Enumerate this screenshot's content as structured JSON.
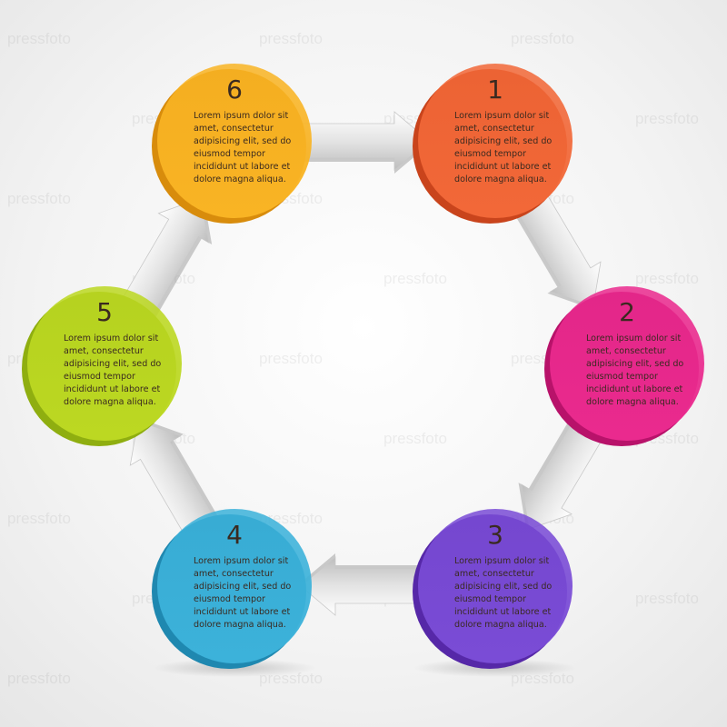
{
  "watermark": "pressfoto",
  "steps": [
    {
      "number": "1",
      "color": "#f26838",
      "dark": "#c9441c",
      "lines": [
        "Lorem ipsum dolor sit",
        "amet, consectetur",
        "adipisicing elit, sed do",
        "eiusmod tempor",
        "incididunt ut labore et",
        "dolore magna aliqua."
      ]
    },
    {
      "number": "2",
      "color": "#ea2a8e",
      "dark": "#b8126a",
      "lines": [
        "Lorem ipsum dolor sit",
        "amet, consectetur",
        "adipisicing elit, sed do",
        "eiusmod tempor",
        "incididunt ut labore et",
        "dolore magna aliqua."
      ]
    },
    {
      "number": "3",
      "color": "#7a4cd6",
      "dark": "#5628a8",
      "lines": [
        "Lorem ipsum dolor sit",
        "amet, consectetur",
        "adipisicing elit, sed do",
        "eiusmod tempor",
        "incididunt ut labore et",
        "dolore magna aliqua."
      ]
    },
    {
      "number": "4",
      "color": "#3cb2da",
      "dark": "#1f88b0",
      "lines": [
        "Lorem ipsum dolor sit",
        "amet, consectetur",
        "adipisicing elit, sed do",
        "eiusmod tempor",
        "incididunt ut labore et",
        "dolore magna aliqua."
      ]
    },
    {
      "number": "5",
      "color": "#bcd822",
      "dark": "#8fae10",
      "lines": [
        "Lorem ipsum dolor sit",
        "amet, consectetur",
        "adipisicing elit, sed do",
        "eiusmod tempor",
        "incididunt ut labore et",
        "dolore magna aliqua."
      ]
    },
    {
      "number": "6",
      "color": "#f9b424",
      "dark": "#d88c0c",
      "lines": [
        "Lorem ipsum dolor sit",
        "amet, consectetur",
        "adipisicing elit, sed do",
        "eiusmod tempor",
        "incididunt ut labore et",
        "dolore magna aliqua."
      ]
    }
  ]
}
